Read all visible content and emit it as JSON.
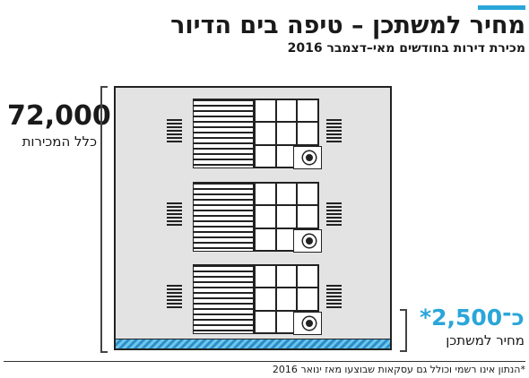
{
  "header": {
    "title": "מחיר למשתכן – טיפה בים הדיור",
    "subtitle": "מכירת דירות בחודשים מאי–דצמבר 2016"
  },
  "total": {
    "number": "72,000",
    "label": "כלל המכירות"
  },
  "price_for_tenant": {
    "number": "כ־2,500*",
    "label": "מחיר למשתכן"
  },
  "footnote": "*הנתון אינו רשמי וכולל גם עסקאות שבוצעו מאז ינואר 2016",
  "colors": {
    "accent": "#2aa6d9",
    "text": "#1a1a1a",
    "building_fill": "#e3e3e3"
  },
  "icons": [
    "building-illustration",
    "window-icon",
    "air-conditioner-icon",
    "vent-icon"
  ]
}
